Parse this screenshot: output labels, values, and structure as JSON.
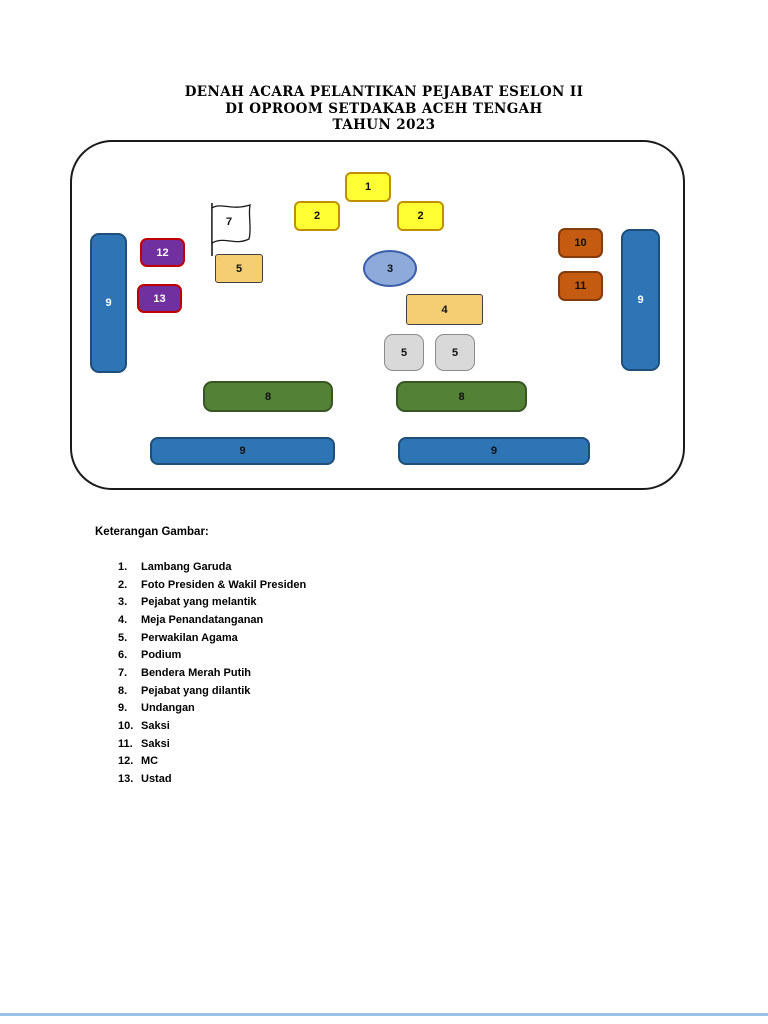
{
  "title": {
    "line1": "DENAH ACARA PELANTIKAN PEJABAT ESELON II",
    "line2": "DI OPROOM SETDAKAB ACEH TENGAH",
    "line3": "TAHUN 2023"
  },
  "shapes": {
    "n1": "1",
    "n2": "2",
    "n3": "3",
    "n4": "4",
    "n5": "5",
    "n7": "7",
    "n8": "8",
    "n9": "9",
    "n10": "10",
    "n11": "11",
    "n12": "12",
    "n13": "13"
  },
  "colors": {
    "yellow": "#FFFF33",
    "yellow_border": "#BF9000",
    "tan": "#F5CE73",
    "purple": "#7030A0",
    "purple_border": "#C00000",
    "orange": "#C55A11",
    "blue": "#2E75B6",
    "blue_border": "#1F4E79",
    "light_blue_ellipse": "#8EAADB",
    "green": "#538135",
    "gray": "#D9D9D9"
  },
  "legend": {
    "heading": "Keterangan Gambar:",
    "items": [
      {
        "num": "1.",
        "label": "Lambang Garuda"
      },
      {
        "num": "2.",
        "label": "Foto Presiden & Wakil Presiden"
      },
      {
        "num": "3.",
        "label": "Pejabat yang melantik"
      },
      {
        "num": "4.",
        "label": "Meja Penandatanganan"
      },
      {
        "num": "5.",
        "label": "Perwakilan Agama"
      },
      {
        "num": "6.",
        "label": "Podium"
      },
      {
        "num": "7.",
        "label": "Bendera Merah Putih"
      },
      {
        "num": "8.",
        "label": "Pejabat yang dilantik"
      },
      {
        "num": "9.",
        "label": "Undangan"
      },
      {
        "num": "10.",
        "label": "Saksi"
      },
      {
        "num": "11.",
        "label": "Saksi"
      },
      {
        "num": "12.",
        "label": "MC"
      },
      {
        "num": "13.",
        "label": "Ustad"
      }
    ]
  }
}
